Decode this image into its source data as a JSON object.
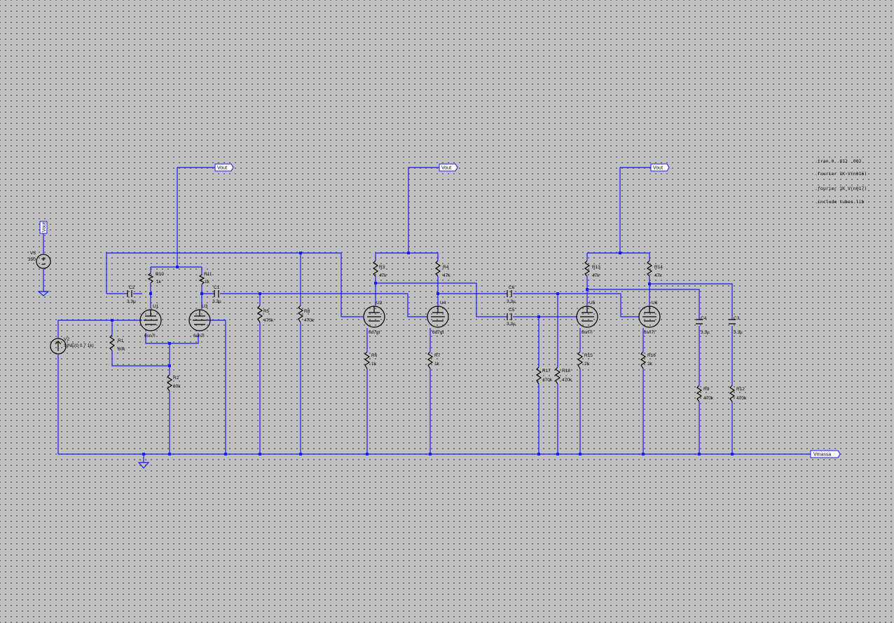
{
  "net_labels": {
    "vout": "Vout",
    "vmassa": "Vmassa",
    "supply_flag": "Vout"
  },
  "directives": [
    ".tran 0 .812 .002",
    ".fourier 1K V(n016)",
    ".fourier 1K V(n017)",
    ".include tubes.lib"
  ],
  "sources": {
    "V1": {
      "name": "V3",
      "value": "350"
    },
    "V2": {
      "name": "V2",
      "value": "SINE(0 0.7 1k)"
    }
  },
  "tubes": [
    {
      "name": "U1",
      "model": "6sn7l"
    },
    {
      "name": "U3",
      "model": "6sn7l"
    },
    {
      "name": "U2",
      "model": "6d7gt"
    },
    {
      "name": "U4",
      "model": "6d7gt"
    },
    {
      "name": "U5",
      "model": "6sn7l"
    },
    {
      "name": "U6",
      "model": "6sn7l"
    }
  ],
  "resistors": [
    {
      "name": "R1",
      "value": "60k"
    },
    {
      "name": "R2",
      "value": "60k"
    },
    {
      "name": "R10",
      "value": "1k"
    },
    {
      "name": "R11",
      "value": "1k"
    },
    {
      "name": "R5",
      "value": "470k"
    },
    {
      "name": "R8",
      "value": "470k"
    },
    {
      "name": "R3",
      "value": "47k"
    },
    {
      "name": "R4",
      "value": "47k"
    },
    {
      "name": "R6",
      "value": "1k"
    },
    {
      "name": "R7",
      "value": "1k"
    },
    {
      "name": "R17",
      "value": "470k"
    },
    {
      "name": "R18",
      "value": "470k"
    },
    {
      "name": "R13",
      "value": "47k"
    },
    {
      "name": "R14",
      "value": "47k"
    },
    {
      "name": "R15",
      "value": "2k"
    },
    {
      "name": "R16",
      "value": "2k"
    },
    {
      "name": "R9",
      "value": "470k"
    },
    {
      "name": "R12",
      "value": "470k"
    }
  ],
  "capacitors": [
    {
      "name": "C2",
      "value": "3.3µ"
    },
    {
      "name": "C1",
      "value": "3.3µ"
    },
    {
      "name": "C6",
      "value": "3.3µ"
    },
    {
      "name": "C5",
      "value": "3.3µ"
    },
    {
      "name": "C4",
      "value": "3.3µ"
    },
    {
      "name": "C3",
      "value": "3.3µ"
    }
  ]
}
